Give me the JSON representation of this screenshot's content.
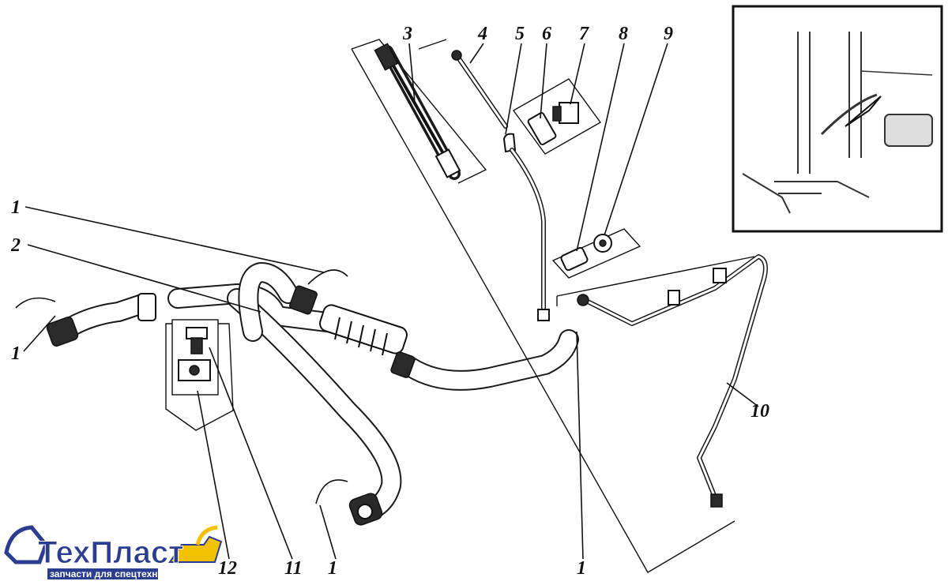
{
  "diagram": {
    "callouts": {
      "c1_top_left": "1",
      "c2": "2",
      "c1_left": "1",
      "c3": "3",
      "c4": "4",
      "c5": "5",
      "c6": "6",
      "c7": "7",
      "c8": "8",
      "c9": "9",
      "c10": "10",
      "c12": "12",
      "c11": "11",
      "c1_bottom_mid": "1",
      "c1_bottom_right": "1"
    }
  },
  "logo": {
    "name": "ТехПласт",
    "tagline": "запчасти для спецтехники",
    "colors": {
      "primary": "#2b3d8f",
      "accent": "#f2c200"
    }
  }
}
